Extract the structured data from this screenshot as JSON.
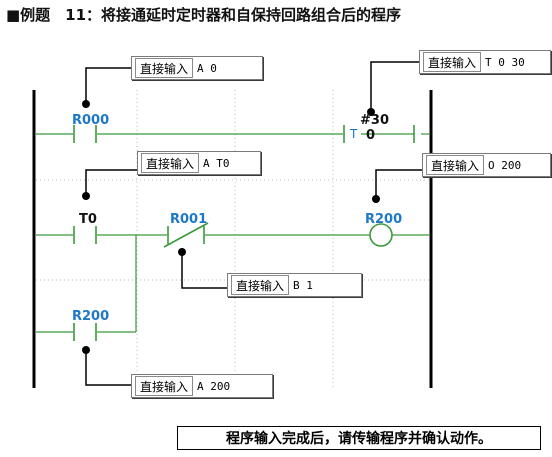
{
  "title": "■例题　11：将接通延时定时器和自保持回路组合后的程序",
  "contacts": {
    "r000": "R000",
    "t0": "T0",
    "r001": "R001",
    "r200_contact": "R200",
    "r200_coil": "R200",
    "timer_setting": "#30",
    "timer_no": "0",
    "timer_t": "T"
  },
  "input_boxes": [
    {
      "caption": "直接输入",
      "value": "A 0"
    },
    {
      "caption": "直接输入",
      "value": "T 0 30"
    },
    {
      "caption": "直接输入",
      "value": "A T0"
    },
    {
      "caption": "直接输入",
      "value": "O 200"
    },
    {
      "caption": "直接输入",
      "value": "B 1"
    },
    {
      "caption": "直接输入",
      "value": "A 200"
    }
  ],
  "footnote": "程序输入完成后，请传输程序并确认动作。",
  "colors": {
    "wire": "#3a9a3a",
    "rail": "#000000",
    "label_blue": "#1e78c8",
    "grid": "#bbbbbb"
  }
}
